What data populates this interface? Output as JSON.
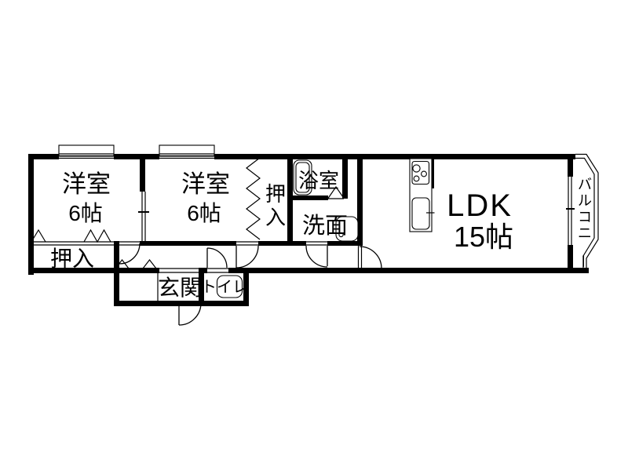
{
  "floorplan": {
    "colors": {
      "wall": "#000000",
      "background": "#ffffff"
    },
    "rooms": {
      "bedroom1": {
        "label": "洋室",
        "size": "6帖"
      },
      "bedroom2": {
        "label": "洋室",
        "size": "6帖"
      },
      "ldk": {
        "label": "LDK",
        "size": "15帖"
      },
      "closet_left": {
        "label": "押入"
      },
      "closet_middle": {
        "label": "押入"
      },
      "bathroom": {
        "label": "浴室"
      },
      "washroom": {
        "label": "洗面"
      },
      "entrance": {
        "label": "玄関"
      },
      "toilet": {
        "label": "トイレ"
      },
      "balcony": {
        "label": "バルコニー"
      }
    },
    "fixtures": {
      "bathtub": "bathtub",
      "kitchen": "kitchen-counter",
      "stove": "stove-burners",
      "kitchen_sink": "kitchen-sink",
      "washbasin": "washbasin",
      "toilet_bowl": "toilet"
    }
  }
}
